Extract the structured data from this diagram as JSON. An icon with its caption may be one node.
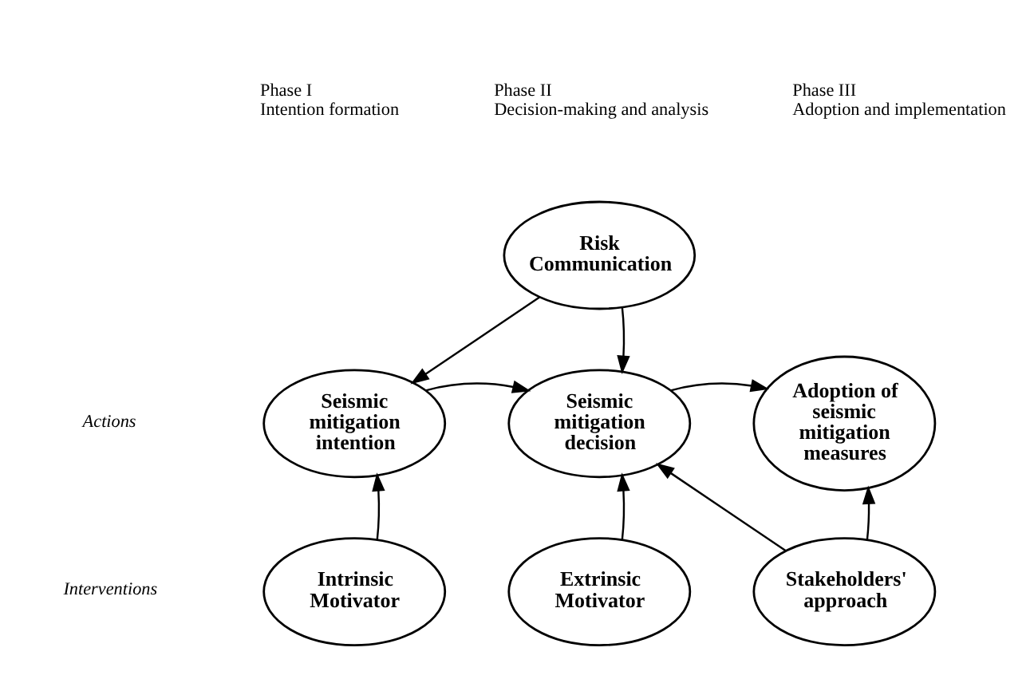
{
  "diagram": {
    "nodes": [
      {
        "text": [
          "Risk Communication"
        ]
      },
      {
        "text": [
          "Seismic mitigation intention"
        ]
      },
      {
        "text": [
          "Seismic mitigation decision"
        ]
      },
      {
        "text": [
          "Adoption of seismic mitigation measures"
        ]
      },
      {
        "text": [
          "Intrinsic Motivator"
        ]
      },
      {
        "text": [
          "Extrinsic Motivator"
        ]
      },
      {
        "text": [
          "Stakeholders' approach"
        ]
      }
    ],
    "edges": [
      {
        "from": 0,
        "to": 1,
        "arrow": "to"
      },
      {
        "from": 0,
        "to": 2,
        "arrow": "to"
      },
      {
        "from": 1,
        "to": 2,
        "arrow": "to"
      },
      {
        "from": 2,
        "to": 3,
        "arrow": "to"
      },
      {
        "from": 4,
        "to": 1,
        "arrow": "to"
      },
      {
        "from": 5,
        "to": 2,
        "arrow": "to"
      },
      {
        "from": 6,
        "to": 2,
        "arrow": "to"
      },
      {
        "from": 6,
        "to": 3,
        "arrow": "to"
      }
    ],
    "labels": [
      "Phase I",
      "Intention formation",
      "Phase II",
      "Decision-making and analysis",
      "Phase III",
      "Adoption and implementation",
      "Actions",
      "Interventions"
    ]
  }
}
